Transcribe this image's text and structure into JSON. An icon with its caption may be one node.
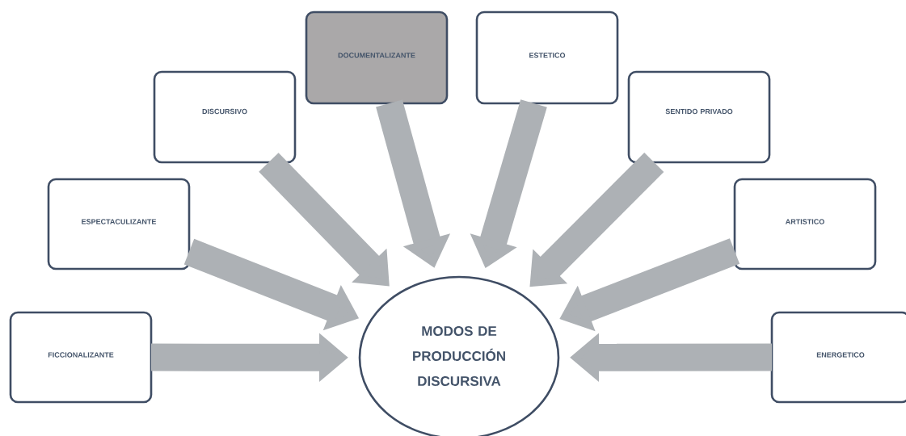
{
  "diagram": {
    "nodes": [
      {
        "text": [
          "FICCIONALIZANTE"
        ]
      },
      {
        "text": [
          "ESPECTACULIZANTE"
        ]
      },
      {
        "text": [
          "DISCURSIVO"
        ]
      },
      {
        "text": [
          "DOCUMENTALIZANTE"
        ]
      },
      {
        "text": [
          "ESTETICO"
        ]
      },
      {
        "text": [
          "SENTIDO PRIVADO"
        ]
      },
      {
        "text": [
          "ARTISTICO"
        ]
      },
      {
        "text": [
          "ENERGETICO"
        ]
      },
      {
        "text": [
          "MODOS DE PRODUCCIÓN DISCURSIVA"
        ]
      }
    ],
    "edges": [
      {
        "from": 0,
        "to": 8,
        "arrow": "to"
      },
      {
        "from": 1,
        "to": 8,
        "arrow": "to"
      },
      {
        "from": 2,
        "to": 8,
        "arrow": "to"
      },
      {
        "from": 3,
        "to": 8,
        "arrow": "to"
      },
      {
        "from": 4,
        "to": 8,
        "arrow": "to"
      },
      {
        "from": 5,
        "to": 8,
        "arrow": "to"
      },
      {
        "from": 6,
        "to": 8,
        "arrow": "to"
      },
      {
        "from": 7,
        "to": 8,
        "arrow": "to"
      }
    ]
  }
}
